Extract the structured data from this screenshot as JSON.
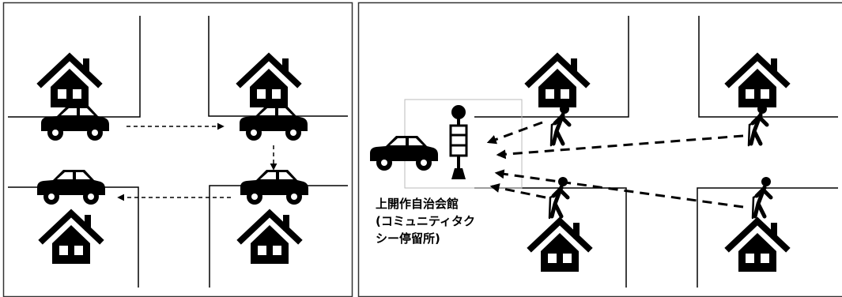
{
  "stop_label": {
    "line1": "上開作自治会館",
    "line2": "(コミュニティタク",
    "line3": "シー停留所)"
  },
  "colors": {
    "ink": "#000000",
    "frame": "#333333",
    "stop_box": "#bbbbbb",
    "background": "#ffffff"
  },
  "icons": [
    "house-icon",
    "car-icon",
    "elderly-person-icon",
    "bus-stop-pole-icon"
  ]
}
